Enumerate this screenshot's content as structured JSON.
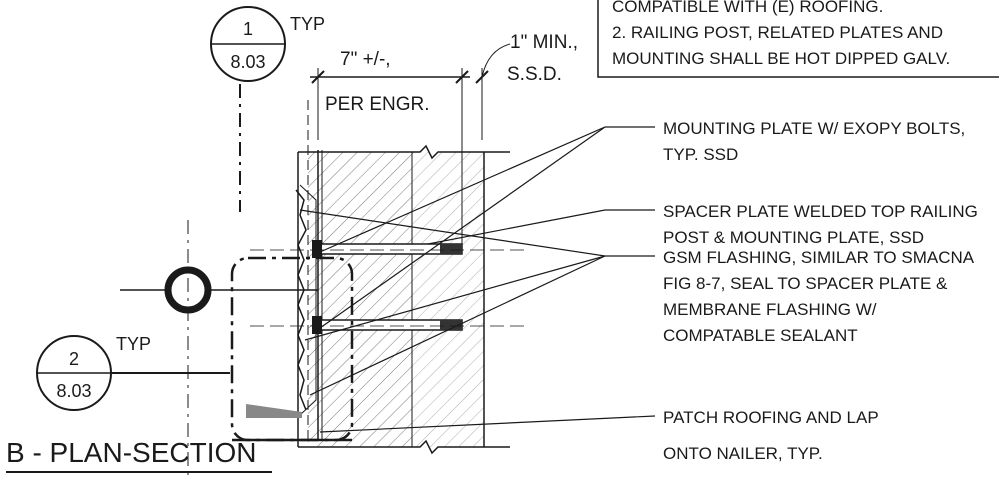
{
  "notes_box": {
    "line1": "COMPATIBLE WITH (E) ROOFING.",
    "line2": "2. RAILING POST, RELATED PLATES AND",
    "line3": "MOUNTING SHALL BE HOT DIPPED GALV."
  },
  "detail_ref_1": {
    "number": "1",
    "sheet": "8.03",
    "note": "TYP"
  },
  "detail_ref_2": {
    "number": "2",
    "sheet": "8.03",
    "note": "TYP"
  },
  "dimensions": {
    "seven": "7\" +/-,",
    "per_engr": "PER ENGR.",
    "one_min": "1\" MIN.,",
    "ssd": "S.S.D."
  },
  "callouts": {
    "c1_l1": "MOUNTING PLATE W/ EXOPY BOLTS,",
    "c1_l2": "TYP. SSD",
    "c2_l1": "SPACER PLATE WELDED TOP RAILING",
    "c2_l2": "POST & MOUNTING PLATE, SSD",
    "c3_l1": "GSM FLASHING, SIMILAR TO SMACNA",
    "c3_l2": "FIG 8-7, SEAL TO SPACER PLATE &",
    "c3_l3": "MEMBRANE FLASHING W/",
    "c3_l4": "COMPATABLE SEALANT",
    "c4_l1": "PATCH ROOFING AND LAP",
    "c4_l2": "ONTO NAILER, TYP."
  },
  "title": "B - PLAN-SECTION"
}
